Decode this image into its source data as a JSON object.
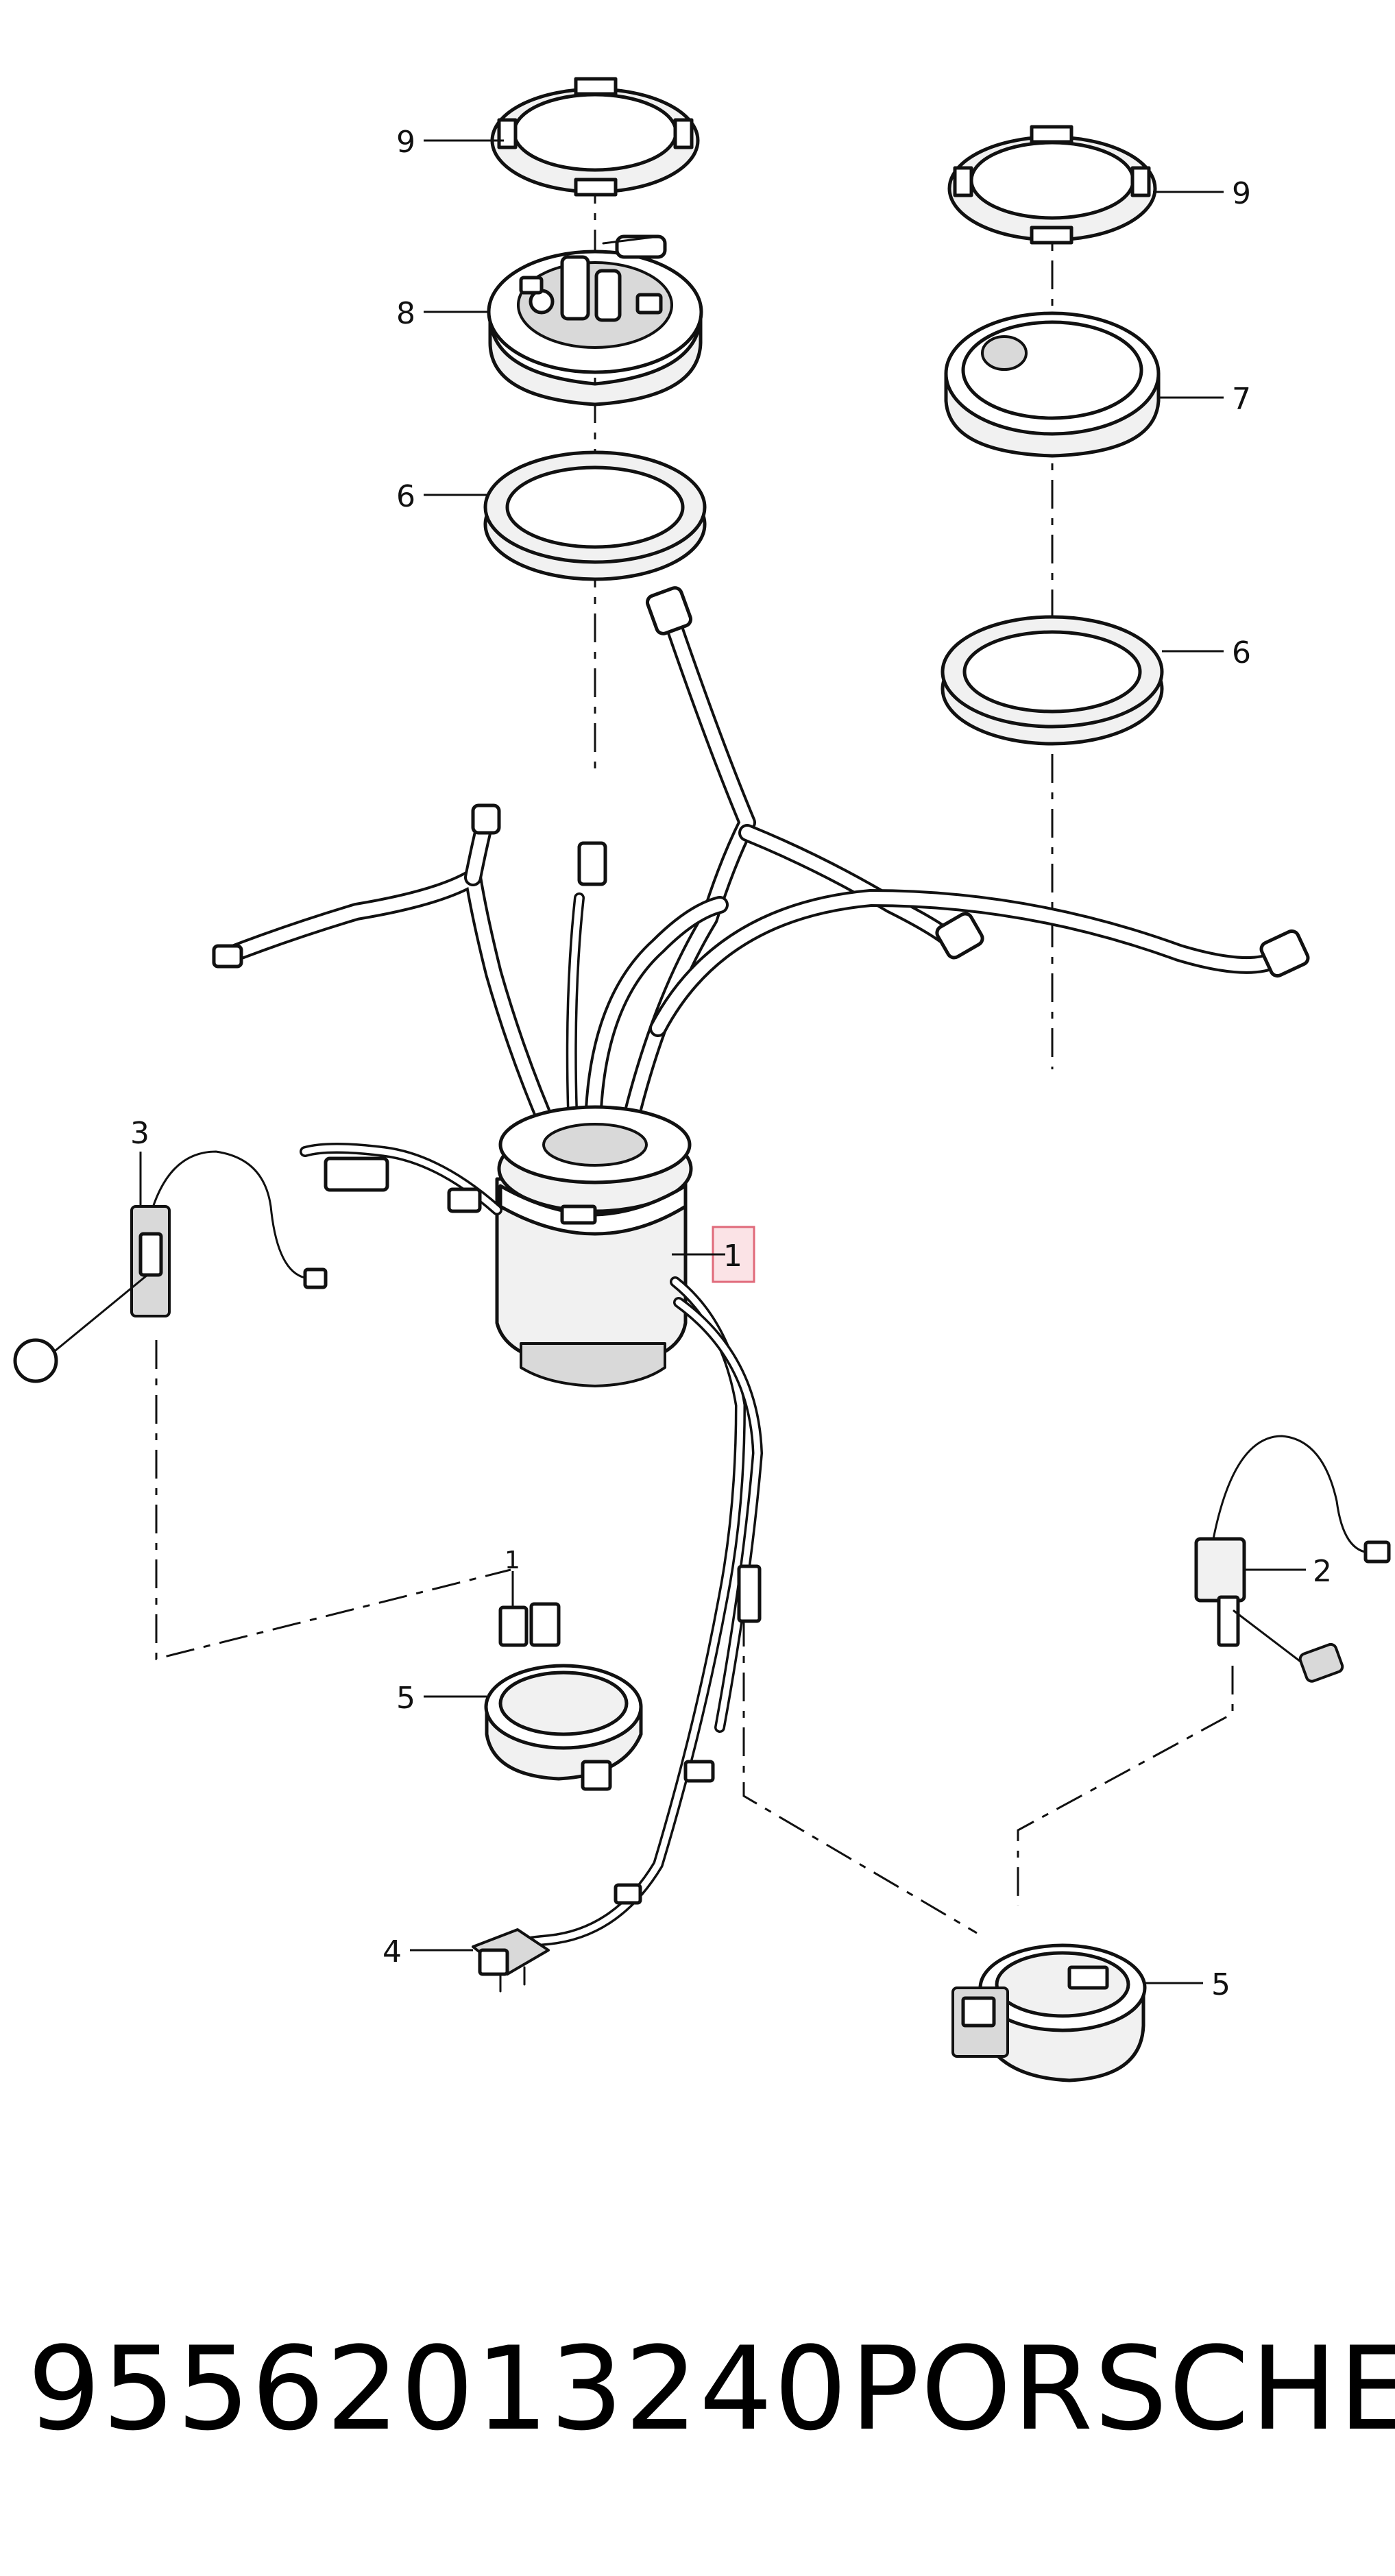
{
  "callouts": {
    "c1": "1",
    "c2": "2",
    "c3": "3",
    "c4": "4",
    "c5a": "5",
    "c5b": "5",
    "c6a": "6",
    "c6b": "6",
    "c7": "7",
    "c8": "8",
    "c9a": "9",
    "c9b": "9",
    "c1b": "1"
  },
  "caption": {
    "part_number": "95562013240",
    "brand": "PORSCHE"
  },
  "colors": {
    "line": "#111111",
    "highlight_box": "#e06a7a",
    "highlight_fill": "#fbe3e6"
  }
}
